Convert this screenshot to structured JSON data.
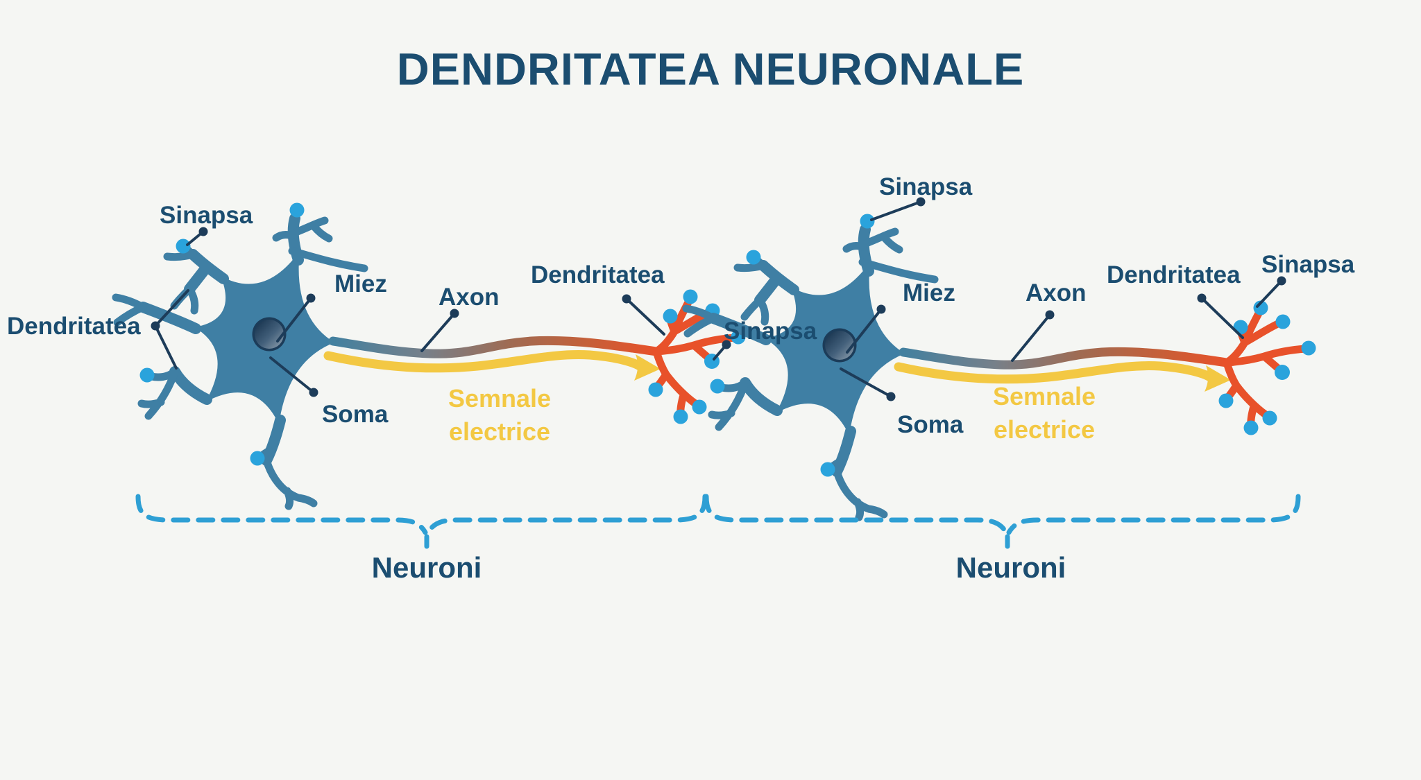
{
  "title": "DENDRITATEA NEURONALE",
  "colors": {
    "bg": "#f5f6f3",
    "ink": "#1b4d70",
    "leader": "#1d3c59",
    "neuron": "#3f7fa4",
    "synapse": "#2aa3dc",
    "terminal": "#e8512a",
    "signal": "#f3c843",
    "brace": "#2e9fd4"
  },
  "icons": {
    "neuron_body": "neuron-cell",
    "synapse_dot": "synapse-bouton",
    "signal_arrow": "right-arrow"
  },
  "neuron1": {
    "sinapsa": "Sinapsa",
    "dendritatea": "Dendritatea",
    "miez": "Miez",
    "axon": "Axon",
    "soma": "Soma",
    "signal_line1": "Semnale",
    "signal_line2": "electrice",
    "terminal_dendritatea": "Dendritatea",
    "group_label": "Neuroni"
  },
  "neuron2": {
    "input_sinapsa": "Sinapsa",
    "sinapsa": "Sinapsa",
    "miez": "Miez",
    "axon": "Axon",
    "soma": "Soma",
    "signal_line1": "Semnale",
    "signal_line2": "electrice",
    "terminal_dendritatea": "Dendritatea",
    "terminal_sinapsa": "Sinapsa",
    "group_label": "Neuroni"
  }
}
